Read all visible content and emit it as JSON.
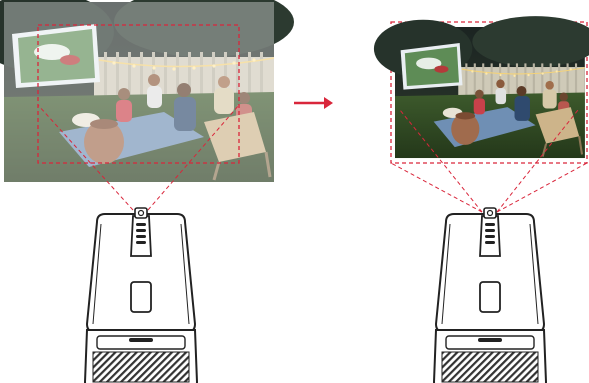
{
  "diagram": {
    "type": "projector-auto-keystone-illustration",
    "panels": [
      {
        "id": "before",
        "state": "uncorrected-projection",
        "image_faded": true,
        "crop_frame": "dashed"
      },
      {
        "id": "after",
        "state": "corrected-projection",
        "image_faded": false,
        "crop_frame": "dashed"
      }
    ],
    "arrow": {
      "direction": "right",
      "icon": "arrow-right-icon"
    },
    "device_icon": "projector-icon",
    "colors": {
      "accent": "#d9263b",
      "outline": "#222222",
      "background": "#ffffff"
    }
  }
}
